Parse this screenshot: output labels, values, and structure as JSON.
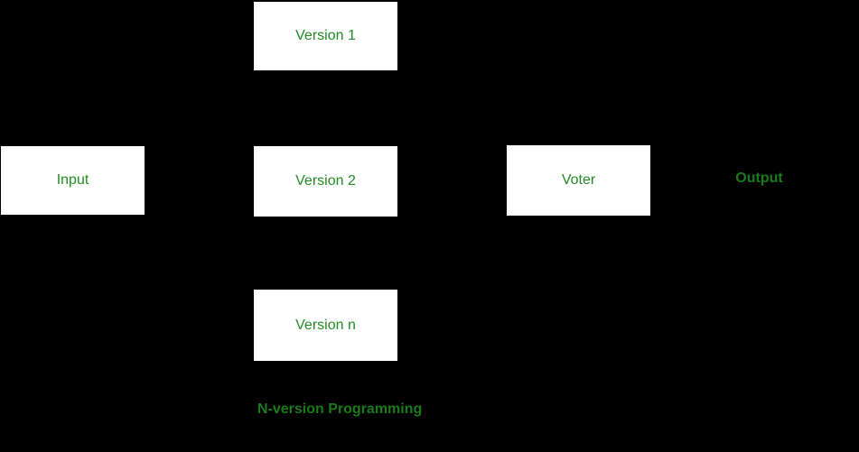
{
  "diagram": {
    "caption": "N-version Programming",
    "output_label": "Output",
    "colors": {
      "background": "#000000",
      "box_fill": "#FFFFFF",
      "label_green": "#228B22",
      "on_black_green": "#1B7A1B"
    },
    "nodes": [
      {
        "id": "version-1",
        "label": "Version 1"
      },
      {
        "id": "input",
        "label": "Input"
      },
      {
        "id": "version-2",
        "label": "Version 2"
      },
      {
        "id": "voter",
        "label": "Voter"
      },
      {
        "id": "version-n",
        "label": "Version n"
      }
    ]
  }
}
